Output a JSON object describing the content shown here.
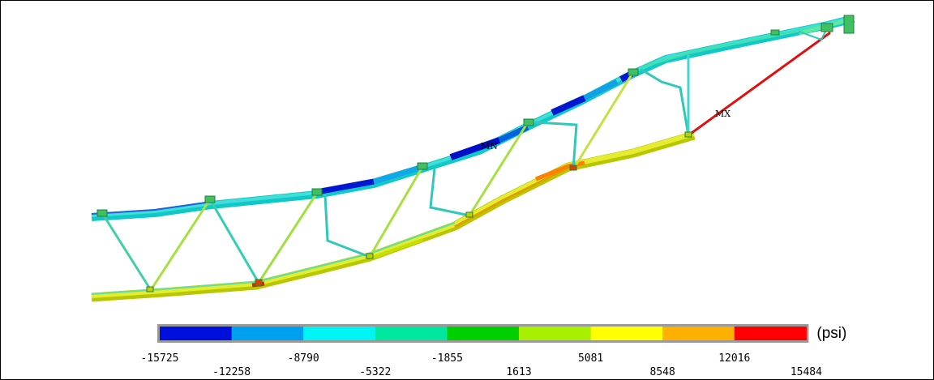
{
  "diagram": {
    "markers": {
      "min_label": "MN",
      "max_label": "MX"
    }
  },
  "legend": {
    "unit": "(psi)",
    "bands": [
      {
        "color": "#0010dc"
      },
      {
        "color": "#00a0f0"
      },
      {
        "color": "#00f4f4"
      },
      {
        "color": "#00e8a0"
      },
      {
        "color": "#00d000"
      },
      {
        "color": "#a8f000"
      },
      {
        "color": "#ffff00"
      },
      {
        "color": "#ffb000"
      },
      {
        "color": "#ff0000"
      }
    ],
    "ticks_upper": [
      "-15725",
      "-8790",
      "-1855",
      "5081",
      "12016"
    ],
    "ticks_lower": [
      "-12258",
      "-5322",
      "1613",
      "8548",
      "15484"
    ]
  }
}
